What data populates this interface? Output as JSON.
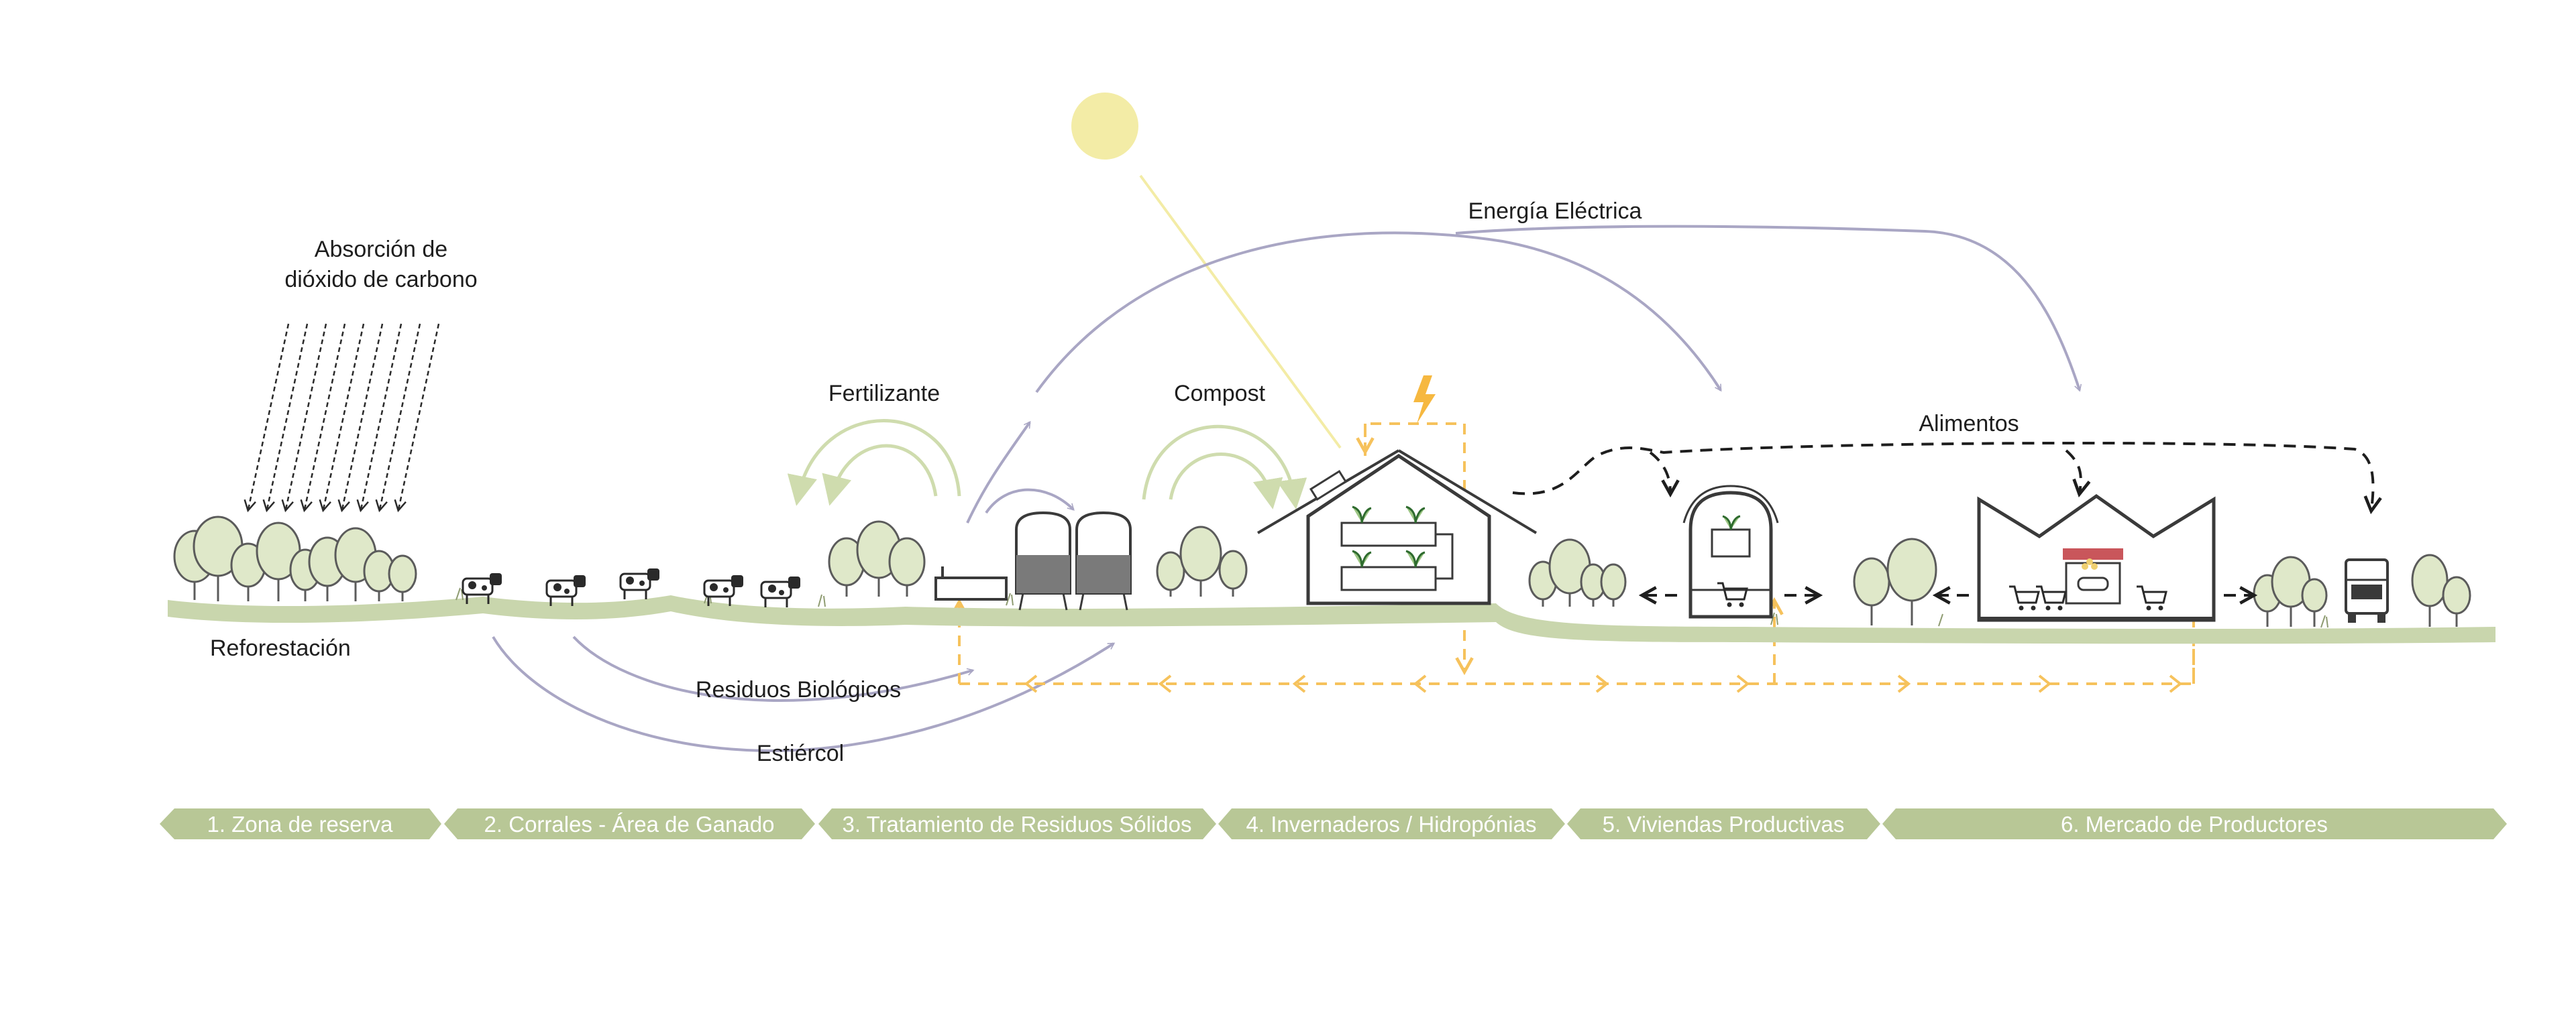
{
  "labels": {
    "absorcion_line1": "Absorción de",
    "absorcion_line2": "dióxido de carbono",
    "reforestacion": "Reforestación",
    "fertilizante": "Fertilizante",
    "compost": "Compost",
    "energia": "Energía Eléctrica",
    "alimentos": "Alimentos",
    "residuos": "Residuos Biológicos",
    "estiercol": "Estiércol"
  },
  "zones": [
    {
      "label": "1. Zona de reserva"
    },
    {
      "label": "2. Corrales - Área de Ganado"
    },
    {
      "label": "3. Tratamiento de Residuos Sólidos"
    },
    {
      "label": "4. Invernaderos / Hidropónias"
    },
    {
      "label": "5. Viviendas Productivas"
    },
    {
      "label": "6. Mercado de Productores"
    }
  ],
  "colors": {
    "ground": "#c9d6ad",
    "zone_band": "#b8c796",
    "tree": "#dfe8c9",
    "sun": "#f3eca6",
    "purple_flow": "#a9a6c4",
    "green_flow": "#cfdcae",
    "orange_flow": "#f6c25c",
    "lightning": "#f6b840"
  },
  "icons": [
    "sun-icon",
    "lightning-icon",
    "cow-icon",
    "tree-icon",
    "silo-icon",
    "greenhouse-icon",
    "house-icon",
    "market-icon",
    "cart-icon",
    "truck-icon"
  ]
}
